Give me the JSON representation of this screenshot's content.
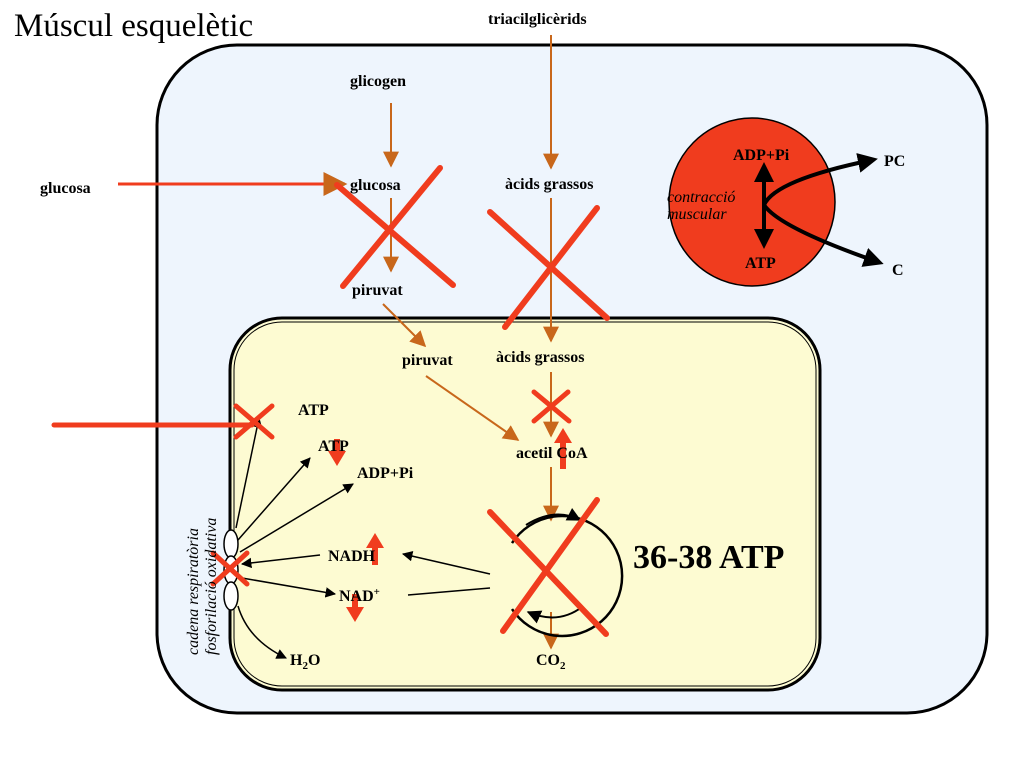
{
  "title": "Múscul esquelètic",
  "labels": {
    "triacylglycerides": "triacilglicèrids",
    "glycogen": "glicogen",
    "glucose_outside": "glucosa",
    "glucose": "glucosa",
    "fatty_acids_cytosol": "àcids grassos",
    "pyruvate_cytosol": "piruvat",
    "pyruvate_mito": "piruvat",
    "fatty_acids_mito": "àcids grassos",
    "acetyl_coa": "acetil CoA",
    "atp_1": "ATP",
    "atp_2": "ATP",
    "adp_pi": "ADP+Pi",
    "nadh": "NADH",
    "nad": "NAD",
    "nad_sup": "+",
    "h2o_main": "H",
    "h2o_sub": "2",
    "h2o_tail": "O",
    "co2_main": "CO",
    "co2_sub": "2",
    "resp_chain_1": "cadena respiratòria",
    "resp_chain_2": "fosforilació oxidativa",
    "atp_yield": "36-38 ATP",
    "contraction_adp": "ADP+Pi",
    "contraction_atp": "ATP",
    "contraction_1": "contracció",
    "contraction_2": "muscular",
    "pc": "PC",
    "c": "C"
  },
  "colors": {
    "cell_fill": "#eef5fd",
    "mito_fill": "#fdfbd2",
    "pathway_arrow": "#c8671b",
    "block_red": "#f03c1e",
    "contraction_fill": "#f03c1e"
  }
}
